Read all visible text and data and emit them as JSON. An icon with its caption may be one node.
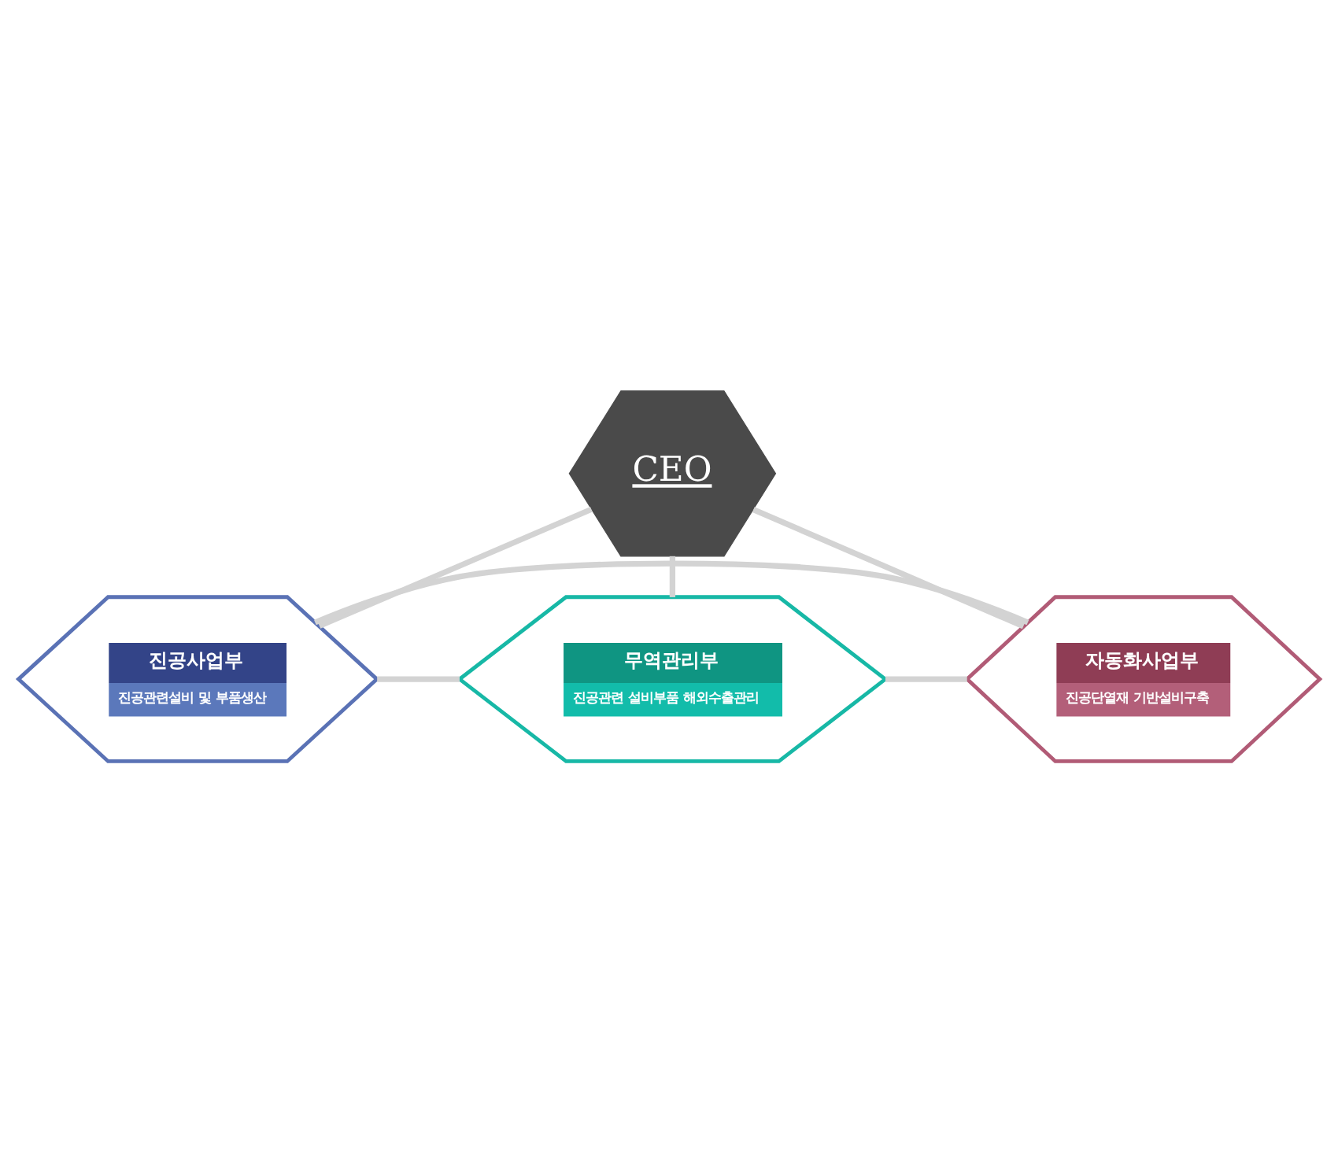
{
  "diagram": {
    "nodes": [
      {
        "text": [
          "CEO"
        ]
      },
      {
        "text": [
          "진공사업부",
          "진공관련설비 및 부품생산"
        ]
      },
      {
        "text": [
          "무역관리부",
          "진공관련 설비부품 해외수출관리"
        ]
      },
      {
        "text": [
          "자동화사업부",
          "진공단열재 기반설비구축"
        ]
      }
    ],
    "edges": [
      {
        "from": 0,
        "to": 1,
        "arrow": "none"
      },
      {
        "from": 0,
        "to": 2,
        "arrow": "none"
      },
      {
        "from": 0,
        "to": 3,
        "arrow": "none"
      },
      {
        "from": 1,
        "to": 2,
        "arrow": "none"
      },
      {
        "from": 1,
        "to": 3,
        "arrow": "none"
      },
      {
        "from": 2,
        "to": 3,
        "arrow": "none"
      }
    ]
  }
}
